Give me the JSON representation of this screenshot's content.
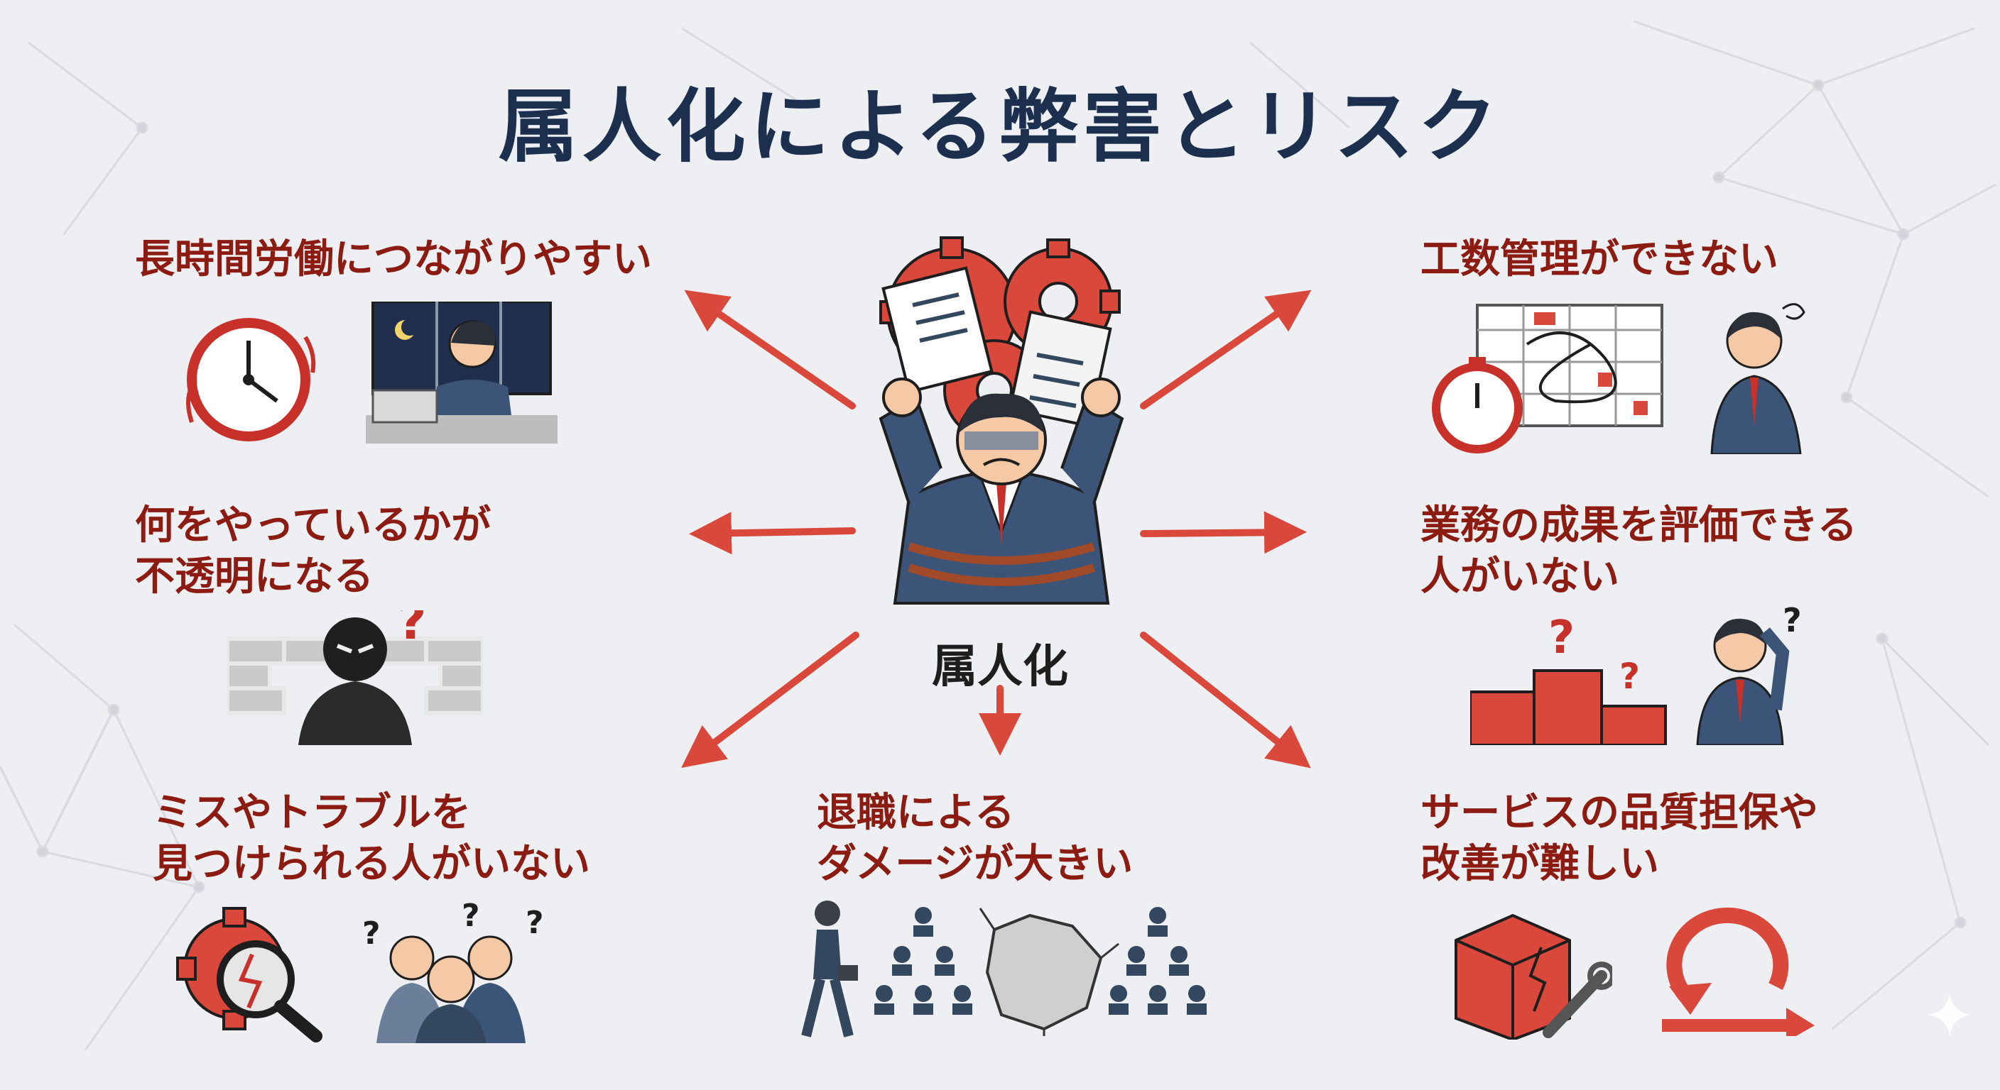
{
  "title": "属人化による弊害とリスク",
  "center": {
    "label": "属人化"
  },
  "colors": {
    "title": "#1c2f4e",
    "label": "#8c1c12",
    "accent": "#d9483a",
    "navy": "#33475f"
  },
  "items": [
    {
      "lines": [
        "長時間労働につながりやすい"
      ],
      "icons": [
        "clock-icon",
        "night-overtime-icon"
      ]
    },
    {
      "lines": [
        "何をやっているかが",
        "不透明になる"
      ],
      "icons": [
        "hidden-person-wall-icon"
      ]
    },
    {
      "lines": [
        "ミスやトラブルを",
        "見つけられる人がいない"
      ],
      "icons": [
        "gear-magnifier-icon",
        "confused-team-icon"
      ]
    },
    {
      "lines": [
        "退職による",
        "ダメージが大きい"
      ],
      "icons": [
        "leaving-person-icon",
        "org-chart-hole-icon"
      ]
    },
    {
      "lines": [
        "工数管理ができない"
      ],
      "icons": [
        "stopwatch-schedule-icon",
        "annoyed-man-icon"
      ]
    },
    {
      "lines": [
        "業務の成果を評価できる",
        "人がいない"
      ],
      "icons": [
        "podium-question-icon",
        "puzzled-man-icon"
      ]
    },
    {
      "lines": [
        "サービスの品質担保や",
        "改善が難しい"
      ],
      "icons": [
        "broken-box-wrench-icon",
        "cycle-arrows-icon"
      ]
    }
  ]
}
